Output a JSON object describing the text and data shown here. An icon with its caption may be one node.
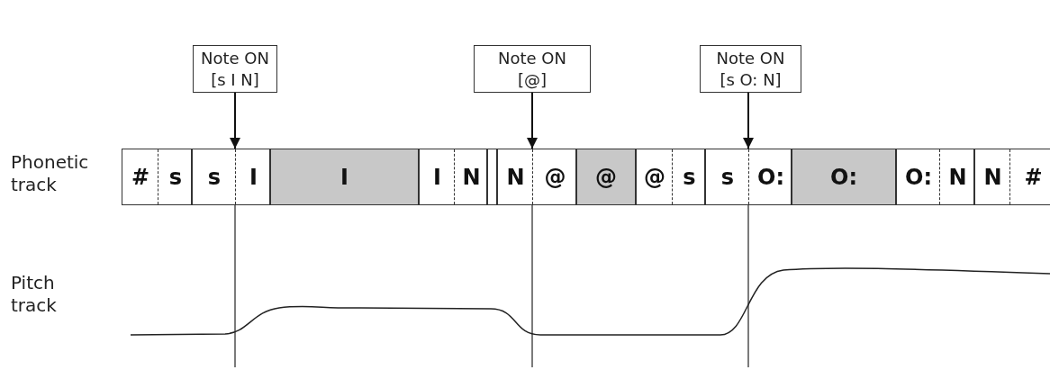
{
  "diagram": {
    "nodes": [
      {
        "text": [
          "Note ON",
          "[s I N]"
        ]
      },
      {
        "text": [
          "Note ON",
          "[@]"
        ]
      },
      {
        "text": [
          "Note ON",
          "[s O: N]"
        ]
      },
      {
        "text": [
          "#",
          "s"
        ]
      },
      {
        "text": [
          "s",
          "I"
        ]
      },
      {
        "text": [
          "I"
        ]
      },
      {
        "text": [
          "I",
          "N"
        ]
      },
      {
        "text": [],
        "shape": "box"
      },
      {
        "text": [
          "N",
          "@"
        ]
      },
      {
        "text": [
          "@"
        ]
      },
      {
        "text": [
          "@",
          "s"
        ]
      },
      {
        "text": [
          "s",
          "O:"
        ]
      },
      {
        "text": [
          "O:"
        ]
      },
      {
        "text": [
          "O:",
          "N"
        ]
      },
      {
        "text": [
          "N",
          "#"
        ]
      }
    ],
    "edges": [
      {
        "from": 0,
        "to": 4,
        "arrow": "to"
      },
      {
        "from": 1,
        "to": 8,
        "arrow": "to"
      },
      {
        "from": 2,
        "to": 11,
        "arrow": "to"
      }
    ],
    "labels": [
      "Phonetic track",
      "Pitch track"
    ]
  }
}
